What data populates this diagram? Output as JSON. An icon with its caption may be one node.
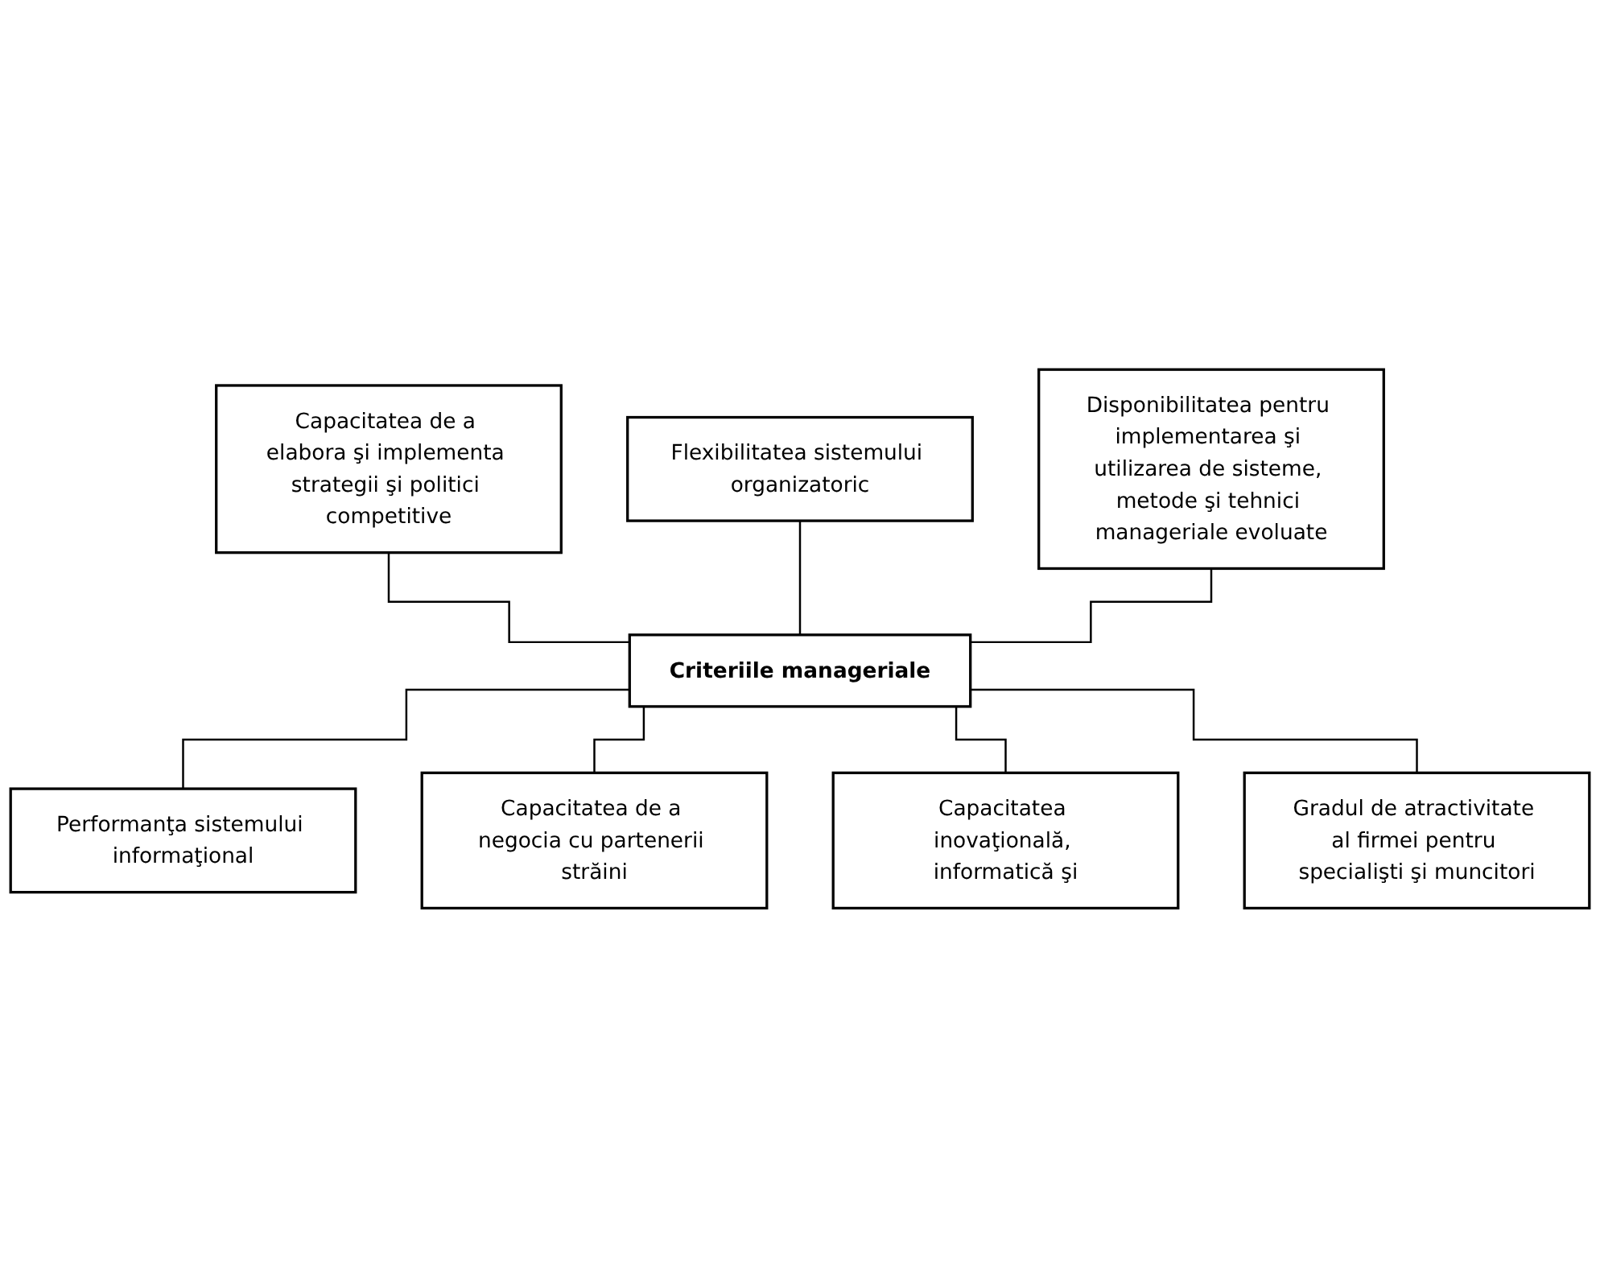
{
  "diagram": {
    "nodes": [
      {
        "text": [
          "Capacitatea de a elabora şi implementa strategii şi politici competitive"
        ]
      },
      {
        "text": [
          "Flexibilitatea sistemului organizatoric"
        ]
      },
      {
        "text": [
          "Disponibilitatea pentru implementarea şi utilizarea de sisteme, metode şi tehnici manageriale evoluate"
        ]
      },
      {
        "text": [
          "Criteriile manageriale"
        ]
      },
      {
        "text": [
          "Performanţa sistemului informaţional"
        ]
      },
      {
        "text": [
          "Capacitatea de a negocia cu partenerii străini"
        ]
      },
      {
        "text": [
          "Capacitatea inovaţională, informatică şi"
        ]
      },
      {
        "text": [
          "Gradul de atractivitate al firmei pentru specialişti şi muncitori"
        ]
      }
    ],
    "edges": [
      {
        "from": 0,
        "to": 3,
        "arrow": "none"
      },
      {
        "from": 1,
        "to": 3,
        "arrow": "none"
      },
      {
        "from": 2,
        "to": 3,
        "arrow": "none"
      },
      {
        "from": 3,
        "to": 4,
        "arrow": "none"
      },
      {
        "from": 3,
        "to": 5,
        "arrow": "none"
      },
      {
        "from": 3,
        "to": 6,
        "arrow": "none"
      },
      {
        "from": 3,
        "to": 7,
        "arrow": "none"
      }
    ]
  }
}
